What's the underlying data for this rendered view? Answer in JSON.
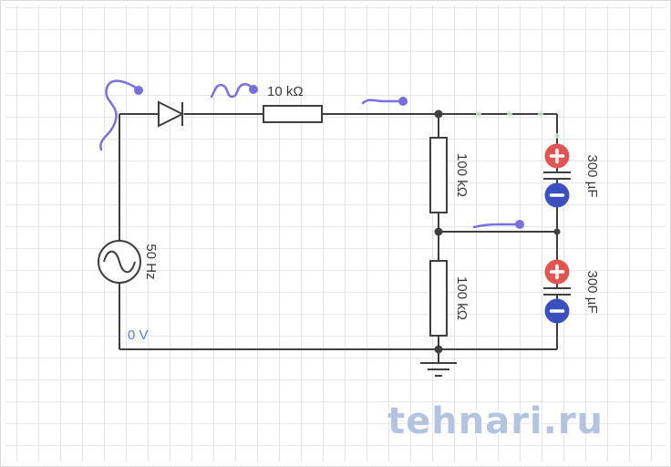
{
  "watermark": "tehnari.ru",
  "labels": {
    "series_resistor": "10 kΩ",
    "upper_divider_resistor": "100 kΩ",
    "lower_divider_resistor": "100 kΩ",
    "upper_capacitor": "300 µF",
    "lower_capacitor": "300 µF",
    "source_frequency": "50 Hz",
    "node_voltage": "0 V"
  },
  "colors": {
    "wire": "#3f3f3f",
    "grid_line": "#e6e6e6",
    "probe": "#7a6fe0",
    "capacitor_plus": "#e25451",
    "capacitor_minus": "#3b4fc1",
    "voltage_text": "#5b7fd6",
    "watermark_text": "#b4c3e0",
    "current_dot": "#cfe7cc"
  }
}
